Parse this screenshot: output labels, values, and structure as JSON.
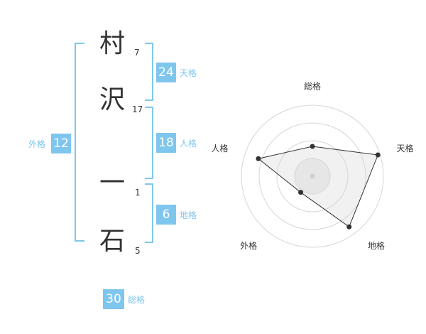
{
  "name": {
    "chars": [
      {
        "char": "村",
        "strokes": "7"
      },
      {
        "char": "沢",
        "strokes": "17"
      },
      {
        "char": "一",
        "strokes": "1"
      },
      {
        "char": "石",
        "strokes": "5"
      }
    ]
  },
  "fortune": {
    "tenkaku": {
      "value": "24",
      "label": "天格"
    },
    "jinkaku": {
      "value": "18",
      "label": "人格"
    },
    "chikaku": {
      "value": "6",
      "label": "地格"
    },
    "gaikaku": {
      "value": "12",
      "label": "外格"
    },
    "soukaku": {
      "value": "30",
      "label": "総格"
    }
  },
  "colors": {
    "accent": "#7fc6ee",
    "text": "#333333"
  },
  "chart_data": {
    "type": "radar",
    "axes": [
      "総格",
      "天格",
      "地格",
      "外格",
      "人格"
    ],
    "values": [
      0.42,
      0.97,
      0.88,
      0.28,
      0.8
    ],
    "max": 1,
    "rings": 4
  }
}
